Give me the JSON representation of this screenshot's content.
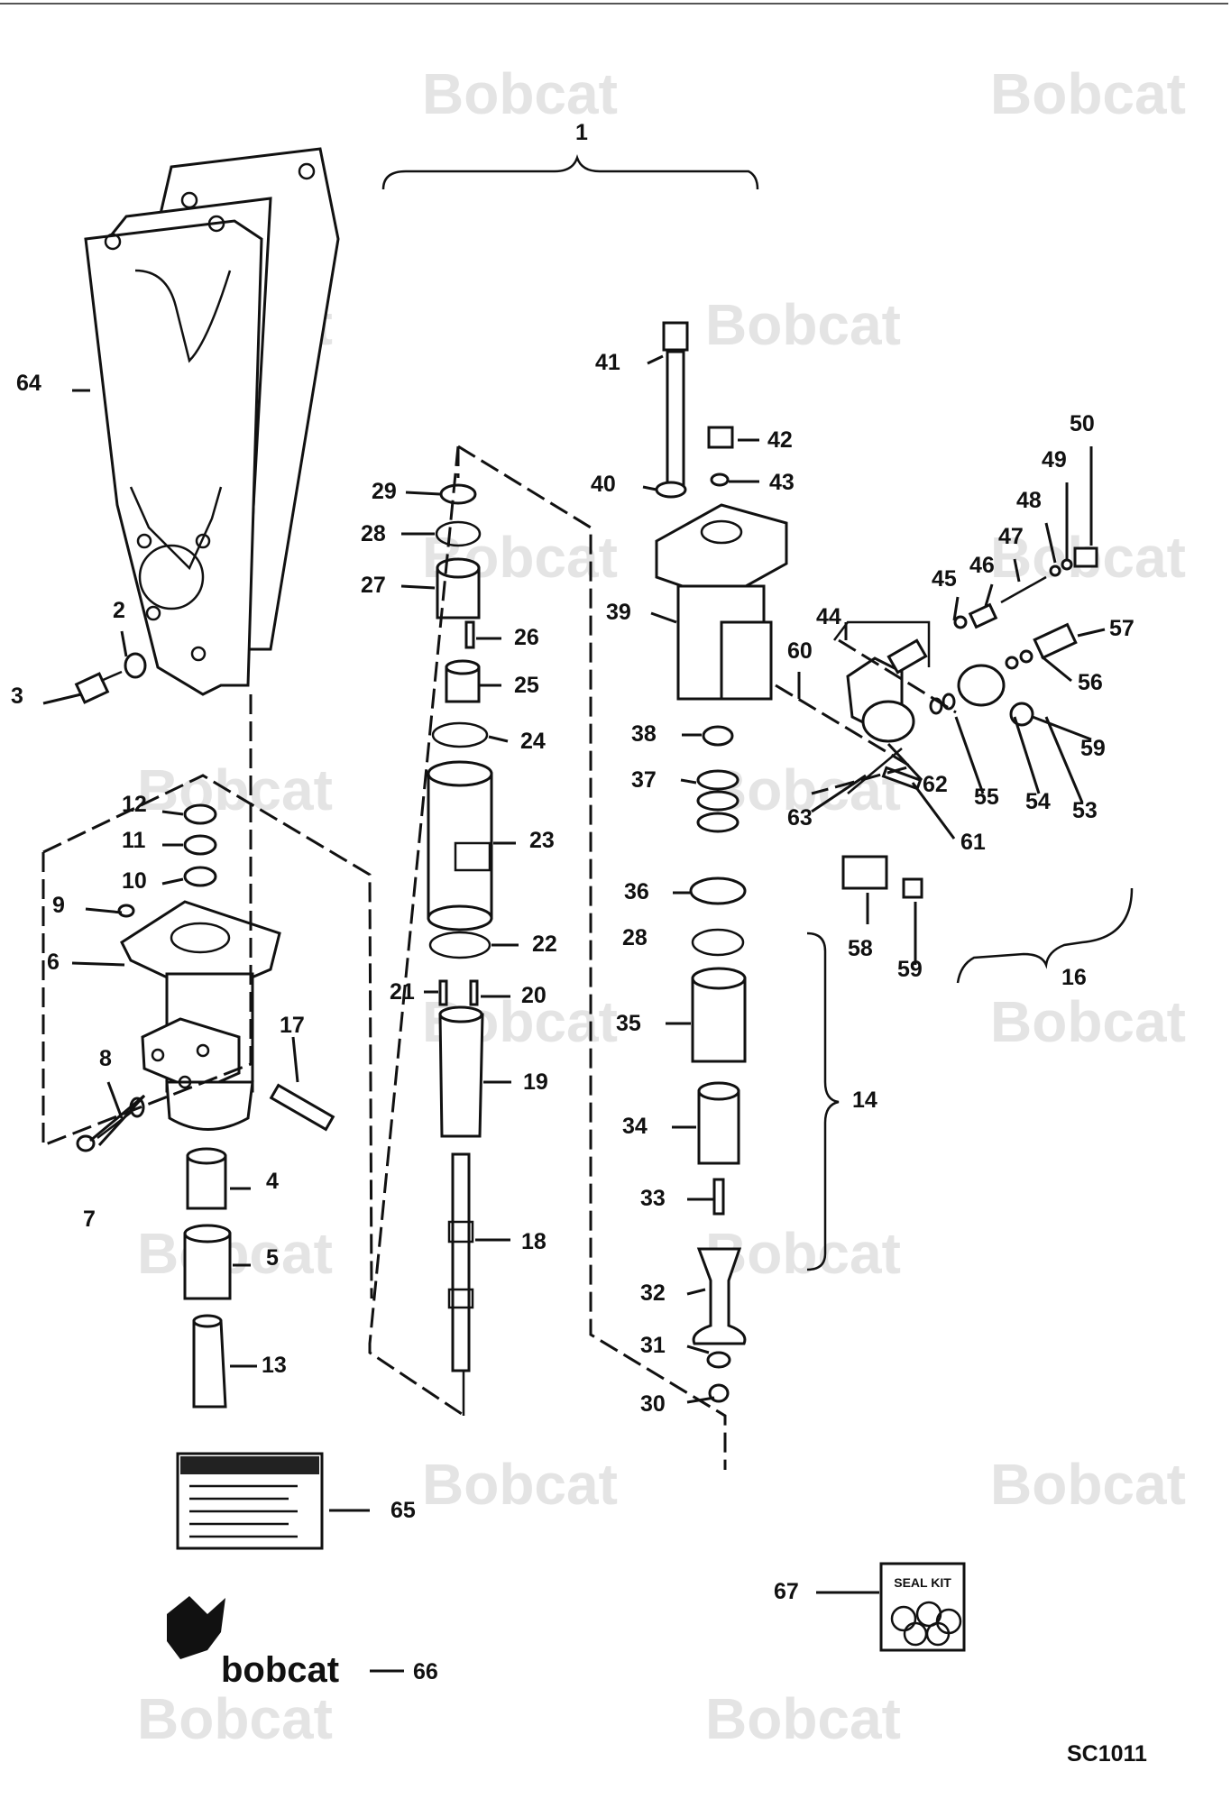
{
  "brand": {
    "watermark": "Bobcat",
    "logo_text": "bobcat"
  },
  "drawing_code": "SC1011",
  "seal_kit_label": "SEAL KIT",
  "callouts": [
    {
      "id": "c1",
      "text": "1"
    },
    {
      "id": "c2",
      "text": "2"
    },
    {
      "id": "c3",
      "text": "3"
    },
    {
      "id": "c4",
      "text": "4"
    },
    {
      "id": "c5",
      "text": "5"
    },
    {
      "id": "c6",
      "text": "6"
    },
    {
      "id": "c7",
      "text": "7"
    },
    {
      "id": "c8",
      "text": "8"
    },
    {
      "id": "c9",
      "text": "9"
    },
    {
      "id": "c10",
      "text": "10"
    },
    {
      "id": "c11",
      "text": "11"
    },
    {
      "id": "c12",
      "text": "12"
    },
    {
      "id": "c13",
      "text": "13"
    },
    {
      "id": "c14",
      "text": "14"
    },
    {
      "id": "c16",
      "text": "16"
    },
    {
      "id": "c17",
      "text": "17"
    },
    {
      "id": "c18",
      "text": "18"
    },
    {
      "id": "c19",
      "text": "19"
    },
    {
      "id": "c20",
      "text": "20"
    },
    {
      "id": "c21",
      "text": "21"
    },
    {
      "id": "c22",
      "text": "22"
    },
    {
      "id": "c23",
      "text": "23"
    },
    {
      "id": "c24",
      "text": "24"
    },
    {
      "id": "c25",
      "text": "25"
    },
    {
      "id": "c26",
      "text": "26"
    },
    {
      "id": "c27",
      "text": "27"
    },
    {
      "id": "c28a",
      "text": "28"
    },
    {
      "id": "c28b",
      "text": "28"
    },
    {
      "id": "c29",
      "text": "29"
    },
    {
      "id": "c30",
      "text": "30"
    },
    {
      "id": "c31",
      "text": "31"
    },
    {
      "id": "c32",
      "text": "32"
    },
    {
      "id": "c33",
      "text": "33"
    },
    {
      "id": "c34",
      "text": "34"
    },
    {
      "id": "c35",
      "text": "35"
    },
    {
      "id": "c36",
      "text": "36"
    },
    {
      "id": "c37",
      "text": "37"
    },
    {
      "id": "c38",
      "text": "38"
    },
    {
      "id": "c39",
      "text": "39"
    },
    {
      "id": "c40",
      "text": "40"
    },
    {
      "id": "c41",
      "text": "41"
    },
    {
      "id": "c42",
      "text": "42"
    },
    {
      "id": "c43",
      "text": "43"
    },
    {
      "id": "c44",
      "text": "44"
    },
    {
      "id": "c45",
      "text": "45"
    },
    {
      "id": "c46",
      "text": "46"
    },
    {
      "id": "c47",
      "text": "47"
    },
    {
      "id": "c48",
      "text": "48"
    },
    {
      "id": "c49",
      "text": "49"
    },
    {
      "id": "c50",
      "text": "50"
    },
    {
      "id": "c53",
      "text": "53"
    },
    {
      "id": "c54",
      "text": "54"
    },
    {
      "id": "c55",
      "text": "55"
    },
    {
      "id": "c56",
      "text": "56"
    },
    {
      "id": "c57",
      "text": "57"
    },
    {
      "id": "c58",
      "text": "58"
    },
    {
      "id": "c59a",
      "text": "59"
    },
    {
      "id": "c59b",
      "text": "59"
    },
    {
      "id": "c60",
      "text": "60"
    },
    {
      "id": "c61",
      "text": "61"
    },
    {
      "id": "c62",
      "text": "62"
    },
    {
      "id": "c63",
      "text": "63"
    },
    {
      "id": "c64",
      "text": "64"
    },
    {
      "id": "c65",
      "text": "65"
    },
    {
      "id": "c66",
      "text": "66"
    },
    {
      "id": "c67",
      "text": "67"
    }
  ]
}
